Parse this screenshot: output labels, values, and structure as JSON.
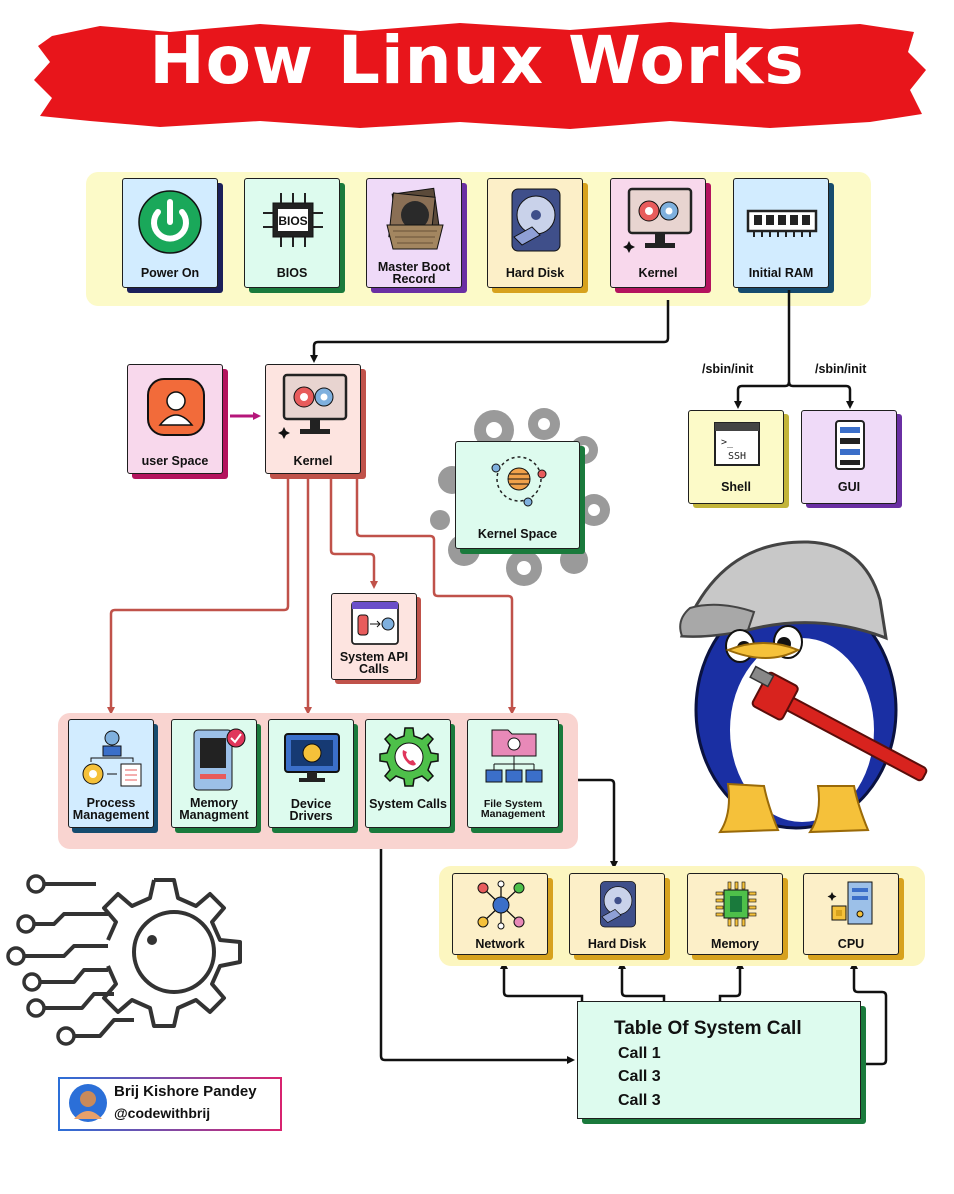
{
  "title": "How Linux Works",
  "boot_sequence": [
    {
      "label": "Power On",
      "icon": "power-icon"
    },
    {
      "label": "BIOS",
      "icon": "bios-chip-icon"
    },
    {
      "label": "Master Boot Record",
      "icon": "records-icon"
    },
    {
      "label": "Hard Disk",
      "icon": "hard-disk-icon"
    },
    {
      "label": "Kernel",
      "icon": "kernel-monitor-icon"
    },
    {
      "label": "Initial RAM",
      "icon": "ram-icon"
    }
  ],
  "init": {
    "path_left": "/sbin/init",
    "path_right": "/sbin/init",
    "shell": "Shell",
    "shell_screen_text": "SSH",
    "gui": "GUI"
  },
  "kernel_section": {
    "user_space": "user Space",
    "kernel": "Kernel",
    "kernel_space": "Kernel Space",
    "system_api": "System API Calls"
  },
  "kernel_functions": [
    {
      "label": "Process Management"
    },
    {
      "label": "Memory Managment"
    },
    {
      "label": "Device Drivers"
    },
    {
      "label": "System Calls"
    },
    {
      "label": "File System Management"
    }
  ],
  "hardware": [
    {
      "label": "Network"
    },
    {
      "label": "Hard Disk"
    },
    {
      "label": "Memory"
    },
    {
      "label": "CPU"
    }
  ],
  "system_call_table": {
    "title": "Table Of System Call",
    "rows": [
      "Call 1",
      "Call 3",
      "Call 3"
    ]
  },
  "author": {
    "name": "Brij Kishore Pandey",
    "handle": "@codewithbrij"
  },
  "colors": {
    "banner_red": "#e8151b",
    "boot_panel": "#fcfac8",
    "kernel_panel": "#f9d4d0",
    "hardware_panel": "#fcf6c0",
    "arrow_black": "#111111",
    "arrow_red": "#c0524a"
  }
}
